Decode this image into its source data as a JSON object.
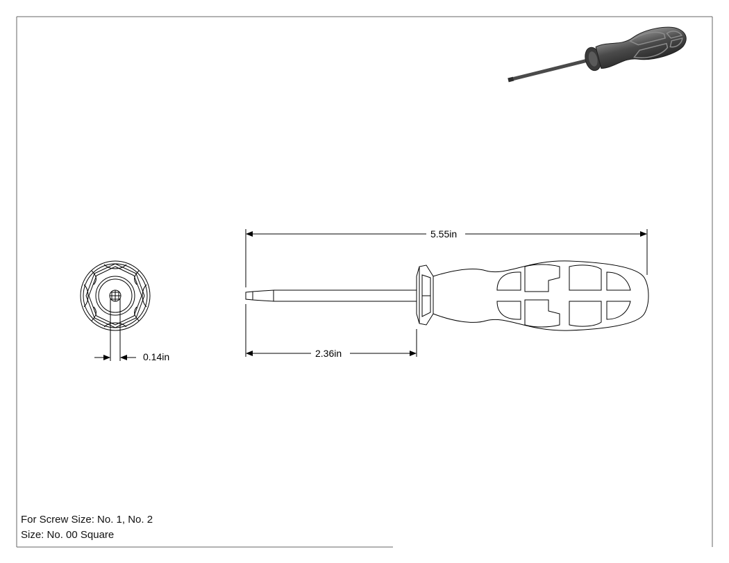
{
  "dimensions": {
    "overall_length": "5.55in",
    "shaft_length": "2.36in",
    "tip_width": "0.14in"
  },
  "notes": {
    "screw_size": "For Screw Size: No. 1, No. 2",
    "size": "Size: No. 00 Square"
  },
  "colors": {
    "line": "#000000",
    "render_dark": "#3a3a3a",
    "render_mid": "#6d6d6d",
    "render_light": "#9a9a9a"
  }
}
